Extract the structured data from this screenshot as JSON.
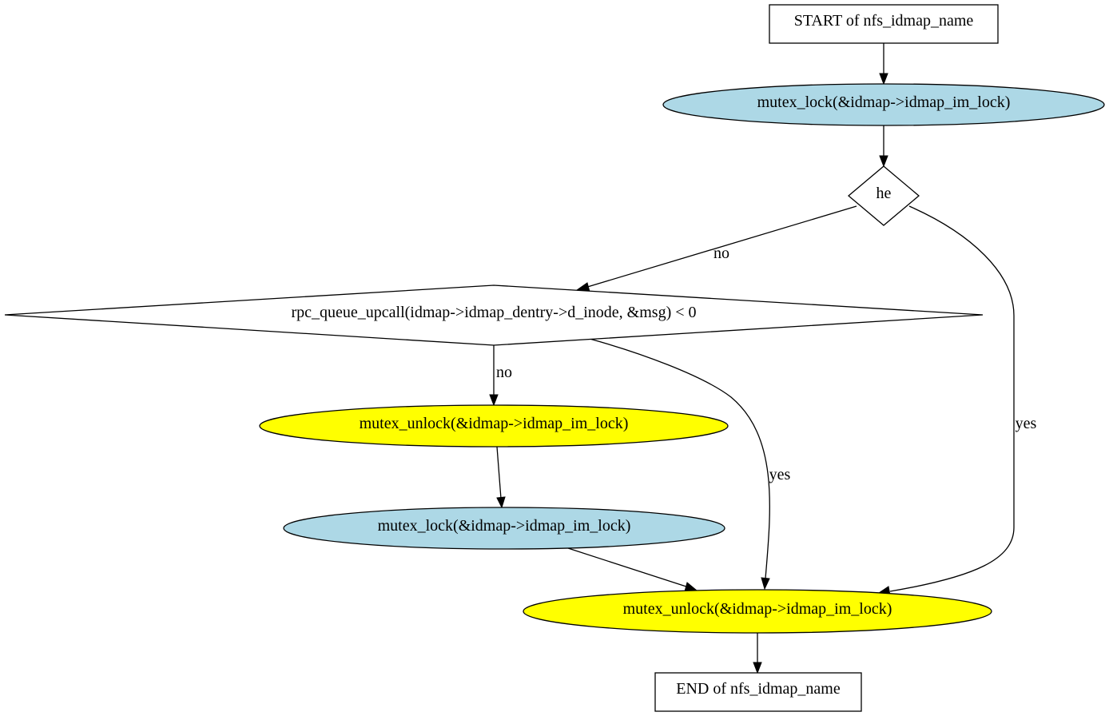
{
  "diagram": {
    "start_label": "START of nfs_idmap_name",
    "lock1_label": "mutex_lock(&idmap->idmap_im_lock)",
    "decision1_label": "he",
    "decision2_label": "rpc_queue_upcall(idmap->idmap_dentry->d_inode, &msg) < 0",
    "unlock1_label": "mutex_unlock(&idmap->idmap_im_lock)",
    "lock2_label": "mutex_lock(&idmap->idmap_im_lock)",
    "unlock2_label": "mutex_unlock(&idmap->idmap_im_lock)",
    "end_label": "END of nfs_idmap_name",
    "edge_labels": {
      "he_no": "no",
      "he_yes": "yes",
      "rpc_no": "no",
      "rpc_yes": "yes"
    },
    "colors": {
      "lock_fill": "#add8e6",
      "unlock_fill": "#ffff00",
      "box_fill": "#ffffff",
      "stroke": "#000000"
    }
  }
}
